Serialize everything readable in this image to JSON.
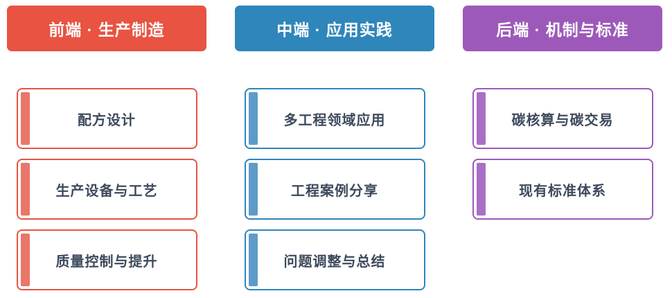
{
  "diagram": {
    "background": "#ffffff",
    "item_text_color": "#3d4a5c"
  },
  "columns": [
    {
      "id": "front-end",
      "header": "前端 · 生产制造",
      "color": "#e85342",
      "bar_color": "#e97668",
      "items": [
        "配方设计",
        "生产设备与工艺",
        "质量控制与提升"
      ]
    },
    {
      "id": "middle-end",
      "header": "中端 · 应用实践",
      "color": "#2f86ba",
      "bar_color": "#5d9cc8",
      "items": [
        "多工程领域应用",
        "工程案例分享",
        "问题调整与总结"
      ]
    },
    {
      "id": "back-end",
      "header": "后端 · 机制与标准",
      "color": "#9d59b9",
      "bar_color": "#a96ec6",
      "items": [
        "碳核算与碳交易",
        "现有标准体系"
      ]
    }
  ]
}
